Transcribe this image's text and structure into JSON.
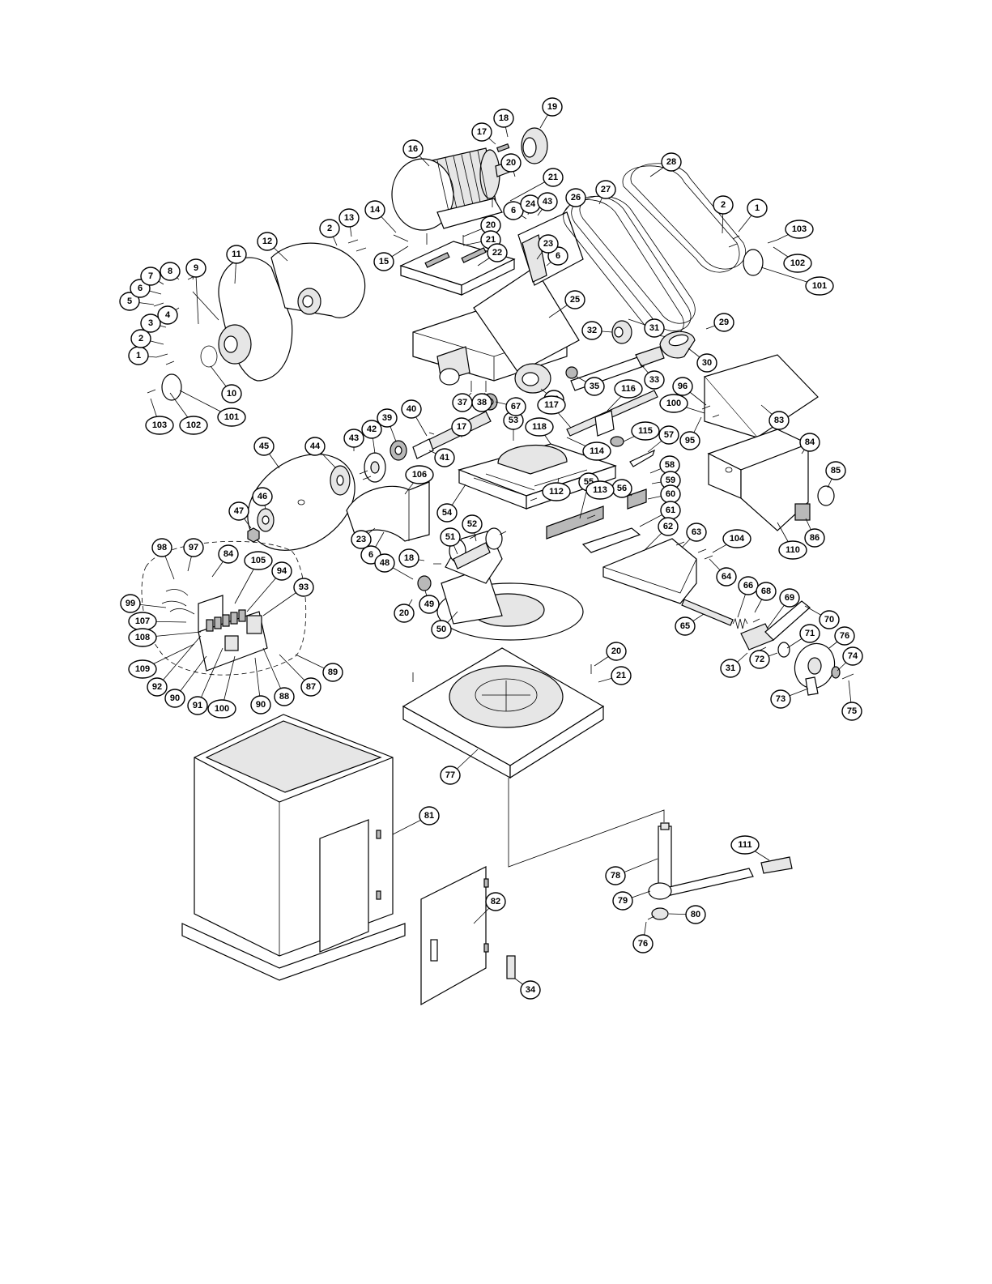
{
  "diagram": {
    "callouts": [
      {
        "id": "c-1a",
        "label": "1"
      },
      {
        "id": "c-1b",
        "label": "1"
      },
      {
        "id": "c-2a",
        "label": "2"
      },
      {
        "id": "c-2b",
        "label": "2"
      },
      {
        "id": "c-2c",
        "label": "2"
      },
      {
        "id": "c-3",
        "label": "3"
      },
      {
        "id": "c-4",
        "label": "4"
      },
      {
        "id": "c-5",
        "label": "5"
      },
      {
        "id": "c-6a",
        "label": "6"
      },
      {
        "id": "c-6b",
        "label": "6"
      },
      {
        "id": "c-6c",
        "label": "6"
      },
      {
        "id": "c-6d",
        "label": "6"
      },
      {
        "id": "c-7",
        "label": "7"
      },
      {
        "id": "c-8",
        "label": "8"
      },
      {
        "id": "c-9",
        "label": "9"
      },
      {
        "id": "c-10",
        "label": "10"
      },
      {
        "id": "c-11",
        "label": "11"
      },
      {
        "id": "c-12",
        "label": "12"
      },
      {
        "id": "c-13",
        "label": "13"
      },
      {
        "id": "c-14",
        "label": "14"
      },
      {
        "id": "c-15",
        "label": "15"
      },
      {
        "id": "c-16",
        "label": "16"
      },
      {
        "id": "c-17a",
        "label": "17"
      },
      {
        "id": "c-17b",
        "label": "17"
      },
      {
        "id": "c-18a",
        "label": "18"
      },
      {
        "id": "c-18b",
        "label": "18"
      },
      {
        "id": "c-19",
        "label": "19"
      },
      {
        "id": "c-20a",
        "label": "20"
      },
      {
        "id": "c-20b",
        "label": "20"
      },
      {
        "id": "c-20c",
        "label": "20"
      },
      {
        "id": "c-20d",
        "label": "20"
      },
      {
        "id": "c-21a",
        "label": "21"
      },
      {
        "id": "c-21b",
        "label": "21"
      },
      {
        "id": "c-21c",
        "label": "21"
      },
      {
        "id": "c-22",
        "label": "22"
      },
      {
        "id": "c-23a",
        "label": "23"
      },
      {
        "id": "c-23b",
        "label": "23"
      },
      {
        "id": "c-24",
        "label": "24"
      },
      {
        "id": "c-25",
        "label": "25"
      },
      {
        "id": "c-26",
        "label": "26"
      },
      {
        "id": "c-27",
        "label": "27"
      },
      {
        "id": "c-28",
        "label": "28"
      },
      {
        "id": "c-29",
        "label": "29"
      },
      {
        "id": "c-30",
        "label": "30"
      },
      {
        "id": "c-31a",
        "label": "31"
      },
      {
        "id": "c-31b",
        "label": "31"
      },
      {
        "id": "c-32",
        "label": "32"
      },
      {
        "id": "c-33",
        "label": "33"
      },
      {
        "id": "c-34",
        "label": "34"
      },
      {
        "id": "c-35",
        "label": "35"
      },
      {
        "id": "c-36",
        "label": "36"
      },
      {
        "id": "c-37",
        "label": "37"
      },
      {
        "id": "c-38",
        "label": "38"
      },
      {
        "id": "c-39",
        "label": "39"
      },
      {
        "id": "c-40",
        "label": "40"
      },
      {
        "id": "c-41",
        "label": "41"
      },
      {
        "id": "c-42",
        "label": "42"
      },
      {
        "id": "c-43a",
        "label": "43"
      },
      {
        "id": "c-43b",
        "label": "43"
      },
      {
        "id": "c-44",
        "label": "44"
      },
      {
        "id": "c-45",
        "label": "45"
      },
      {
        "id": "c-46",
        "label": "46"
      },
      {
        "id": "c-47",
        "label": "47"
      },
      {
        "id": "c-48",
        "label": "48"
      },
      {
        "id": "c-49",
        "label": "49"
      },
      {
        "id": "c-50",
        "label": "50"
      },
      {
        "id": "c-51",
        "label": "51"
      },
      {
        "id": "c-52",
        "label": "52"
      },
      {
        "id": "c-53",
        "label": "53"
      },
      {
        "id": "c-54",
        "label": "54"
      },
      {
        "id": "c-55",
        "label": "55"
      },
      {
        "id": "c-56",
        "label": "56"
      },
      {
        "id": "c-57",
        "label": "57"
      },
      {
        "id": "c-58",
        "label": "58"
      },
      {
        "id": "c-59",
        "label": "59"
      },
      {
        "id": "c-60",
        "label": "60"
      },
      {
        "id": "c-61",
        "label": "61"
      },
      {
        "id": "c-62",
        "label": "62"
      },
      {
        "id": "c-63",
        "label": "63"
      },
      {
        "id": "c-64",
        "label": "64"
      },
      {
        "id": "c-65",
        "label": "65"
      },
      {
        "id": "c-66",
        "label": "66"
      },
      {
        "id": "c-67",
        "label": "67"
      },
      {
        "id": "c-68",
        "label": "68"
      },
      {
        "id": "c-69",
        "label": "69"
      },
      {
        "id": "c-70",
        "label": "70"
      },
      {
        "id": "c-71",
        "label": "71"
      },
      {
        "id": "c-72",
        "label": "72"
      },
      {
        "id": "c-73",
        "label": "73"
      },
      {
        "id": "c-74",
        "label": "74"
      },
      {
        "id": "c-75",
        "label": "75"
      },
      {
        "id": "c-76a",
        "label": "76"
      },
      {
        "id": "c-76b",
        "label": "76"
      },
      {
        "id": "c-77",
        "label": "77"
      },
      {
        "id": "c-78",
        "label": "78"
      },
      {
        "id": "c-79",
        "label": "79"
      },
      {
        "id": "c-80",
        "label": "80"
      },
      {
        "id": "c-81",
        "label": "81"
      },
      {
        "id": "c-82",
        "label": "82"
      },
      {
        "id": "c-83",
        "label": "83"
      },
      {
        "id": "c-84a",
        "label": "84"
      },
      {
        "id": "c-84b",
        "label": "84"
      },
      {
        "id": "c-85",
        "label": "85"
      },
      {
        "id": "c-86",
        "label": "86"
      },
      {
        "id": "c-87",
        "label": "87"
      },
      {
        "id": "c-88",
        "label": "88"
      },
      {
        "id": "c-89",
        "label": "89"
      },
      {
        "id": "c-90a",
        "label": "90"
      },
      {
        "id": "c-90b",
        "label": "90"
      },
      {
        "id": "c-91",
        "label": "91"
      },
      {
        "id": "c-92",
        "label": "92"
      },
      {
        "id": "c-93",
        "label": "93"
      },
      {
        "id": "c-94",
        "label": "94"
      },
      {
        "id": "c-95",
        "label": "95"
      },
      {
        "id": "c-96",
        "label": "96"
      },
      {
        "id": "c-97",
        "label": "97"
      },
      {
        "id": "c-98",
        "label": "98"
      },
      {
        "id": "c-99",
        "label": "99"
      },
      {
        "id": "c-100a",
        "label": "100"
      },
      {
        "id": "c-100b",
        "label": "100"
      },
      {
        "id": "c-101a",
        "label": "101"
      },
      {
        "id": "c-101b",
        "label": "101"
      },
      {
        "id": "c-102a",
        "label": "102"
      },
      {
        "id": "c-102b",
        "label": "102"
      },
      {
        "id": "c-103a",
        "label": "103"
      },
      {
        "id": "c-103b",
        "label": "103"
      },
      {
        "id": "c-104",
        "label": "104"
      },
      {
        "id": "c-105",
        "label": "105"
      },
      {
        "id": "c-106",
        "label": "106"
      },
      {
        "id": "c-107",
        "label": "107"
      },
      {
        "id": "c-108",
        "label": "108"
      },
      {
        "id": "c-109",
        "label": "109"
      },
      {
        "id": "c-110",
        "label": "110"
      },
      {
        "id": "c-111",
        "label": "111"
      },
      {
        "id": "c-112",
        "label": "112"
      },
      {
        "id": "c-113",
        "label": "113"
      },
      {
        "id": "c-114",
        "label": "114"
      },
      {
        "id": "c-115",
        "label": "115"
      },
      {
        "id": "c-116",
        "label": "116"
      },
      {
        "id": "c-117",
        "label": "117"
      },
      {
        "id": "c-118",
        "label": "118"
      }
    ]
  }
}
